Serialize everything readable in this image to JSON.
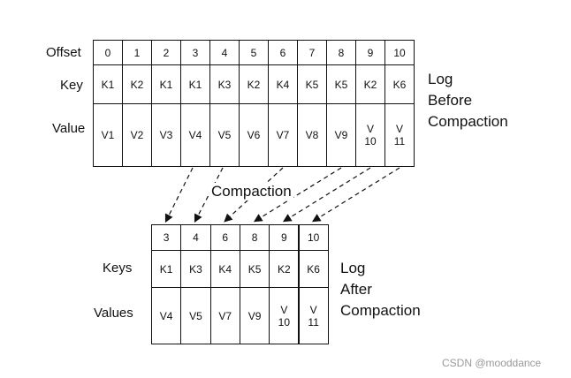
{
  "before": {
    "row_labels": {
      "offset": "Offset",
      "key": "Key",
      "value": "Value"
    },
    "title_lines": [
      "Log",
      "Before",
      "Compaction"
    ],
    "cells": [
      {
        "offset": "0",
        "key": "K1",
        "value": [
          "V1"
        ]
      },
      {
        "offset": "1",
        "key": "K2",
        "value": [
          "V2"
        ]
      },
      {
        "offset": "2",
        "key": "K1",
        "value": [
          "V3"
        ]
      },
      {
        "offset": "3",
        "key": "K1",
        "value": [
          "V4"
        ]
      },
      {
        "offset": "4",
        "key": "K3",
        "value": [
          "V5"
        ]
      },
      {
        "offset": "5",
        "key": "K2",
        "value": [
          "V6"
        ]
      },
      {
        "offset": "6",
        "key": "K4",
        "value": [
          "V7"
        ]
      },
      {
        "offset": "7",
        "key": "K5",
        "value": [
          "V8"
        ]
      },
      {
        "offset": "8",
        "key": "K5",
        "value": [
          "V9"
        ]
      },
      {
        "offset": "9",
        "key": "K2",
        "value": [
          "V",
          "10"
        ]
      },
      {
        "offset": "10",
        "key": "K6",
        "value": [
          "V",
          "11"
        ]
      }
    ]
  },
  "compaction_label": "Compaction",
  "after": {
    "row_labels": {
      "keys": "Keys",
      "values": "Values"
    },
    "title_lines": [
      "Log",
      "After",
      "Compaction"
    ],
    "cells": [
      {
        "offset": "3",
        "key": "K1",
        "value": [
          "V4"
        ]
      },
      {
        "offset": "4",
        "key": "K3",
        "value": [
          "V5"
        ]
      },
      {
        "offset": "6",
        "key": "K4",
        "value": [
          "V7"
        ]
      },
      {
        "offset": "8",
        "key": "K5",
        "value": [
          "V9"
        ]
      },
      {
        "offset": "9",
        "key": "K2",
        "value": [
          "V",
          "10"
        ]
      },
      {
        "offset": "10",
        "key": "K6",
        "value": [
          "V",
          "11"
        ]
      }
    ]
  },
  "watermark": "CSDN @mooddance"
}
